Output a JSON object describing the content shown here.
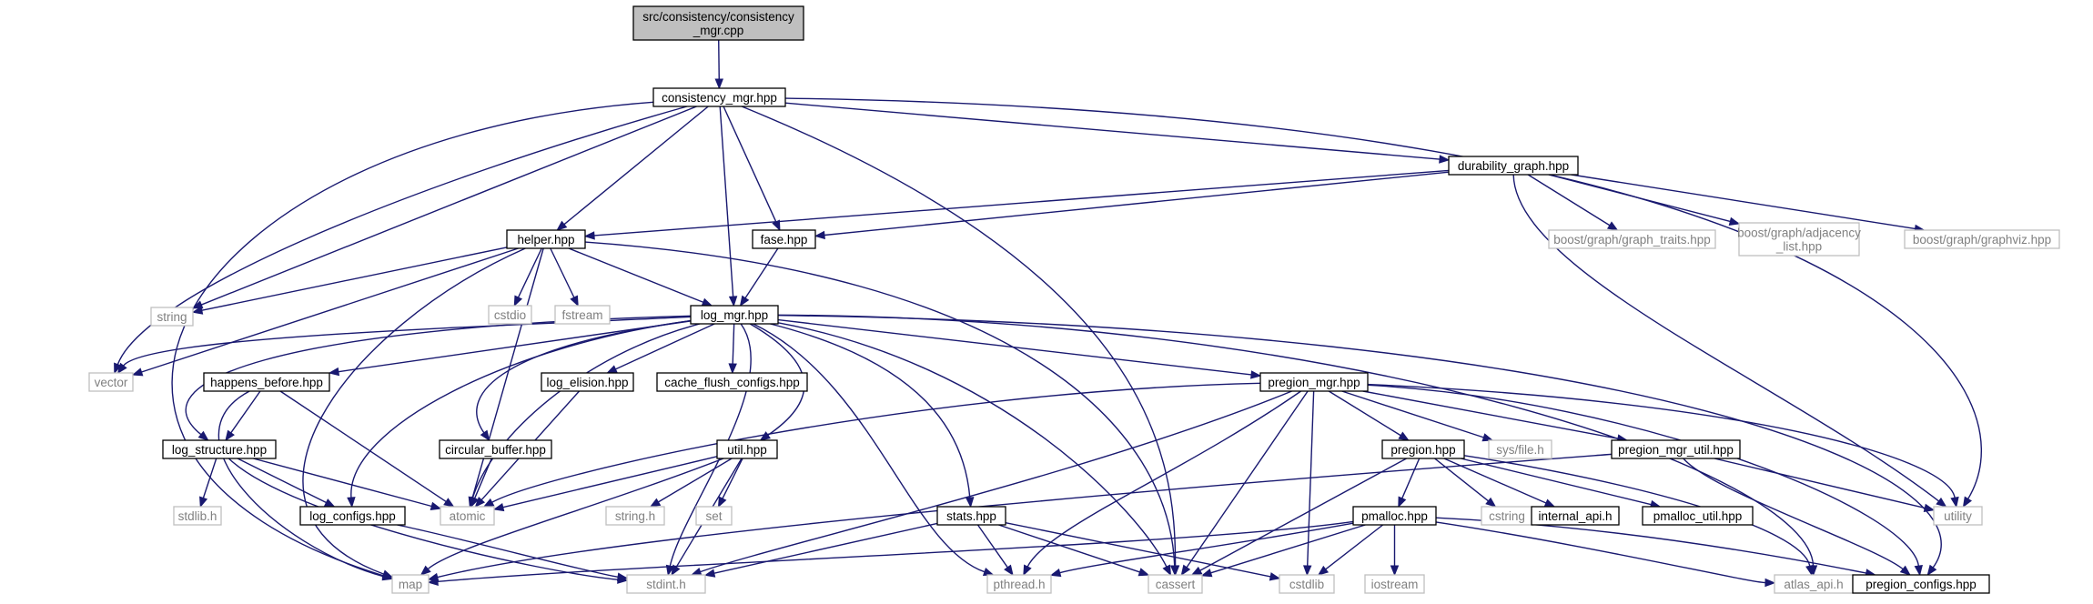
{
  "diagram": {
    "nodes": {
      "consistency_cpp": {
        "lines": [
          "src/consistency/consistency",
          "_mgr.cpp"
        ],
        "kind": "root"
      },
      "consistency_hpp": {
        "lines": [
          "consistency_mgr.hpp"
        ],
        "kind": "doc"
      },
      "durability_graph": {
        "lines": [
          "durability_graph.hpp"
        ],
        "kind": "doc"
      },
      "helper": {
        "lines": [
          "helper.hpp"
        ],
        "kind": "doc"
      },
      "fase": {
        "lines": [
          "fase.hpp"
        ],
        "kind": "doc"
      },
      "log_mgr": {
        "lines": [
          "log_mgr.hpp"
        ],
        "kind": "doc"
      },
      "graph_traits": {
        "lines": [
          "boost/graph/graph_traits.hpp"
        ],
        "kind": "sys"
      },
      "adjacency_list": {
        "lines": [
          "boost/graph/adjacency",
          "_list.hpp"
        ],
        "kind": "sys"
      },
      "graphviz": {
        "lines": [
          "boost/graph/graphviz.hpp"
        ],
        "kind": "sys"
      },
      "string": {
        "lines": [
          "string"
        ],
        "kind": "sys"
      },
      "cstdio": {
        "lines": [
          "cstdio"
        ],
        "kind": "sys"
      },
      "fstream": {
        "lines": [
          "fstream"
        ],
        "kind": "sys"
      },
      "vector": {
        "lines": [
          "vector"
        ],
        "kind": "sys"
      },
      "happens_before": {
        "lines": [
          "happens_before.hpp"
        ],
        "kind": "doc"
      },
      "log_elision": {
        "lines": [
          "log_elision.hpp"
        ],
        "kind": "doc"
      },
      "cache_flush": {
        "lines": [
          "cache_flush_configs.hpp"
        ],
        "kind": "doc"
      },
      "pregion_mgr": {
        "lines": [
          "pregion_mgr.hpp"
        ],
        "kind": "doc"
      },
      "log_structure": {
        "lines": [
          "log_structure.hpp"
        ],
        "kind": "doc"
      },
      "circular_buffer": {
        "lines": [
          "circular_buffer.hpp"
        ],
        "kind": "doc"
      },
      "util": {
        "lines": [
          "util.hpp"
        ],
        "kind": "doc"
      },
      "pregion": {
        "lines": [
          "pregion.hpp"
        ],
        "kind": "doc"
      },
      "sysfile": {
        "lines": [
          "sys/file.h"
        ],
        "kind": "sys"
      },
      "pregion_mgr_util": {
        "lines": [
          "pregion_mgr_util.hpp"
        ],
        "kind": "doc"
      },
      "stdlib": {
        "lines": [
          "stdlib.h"
        ],
        "kind": "sys"
      },
      "log_configs": {
        "lines": [
          "log_configs.hpp"
        ],
        "kind": "doc"
      },
      "atomic": {
        "lines": [
          "atomic"
        ],
        "kind": "sys"
      },
      "stringh": {
        "lines": [
          "string.h"
        ],
        "kind": "sys"
      },
      "set": {
        "lines": [
          "set"
        ],
        "kind": "sys"
      },
      "stats": {
        "lines": [
          "stats.hpp"
        ],
        "kind": "doc"
      },
      "cstring": {
        "lines": [
          "cstring"
        ],
        "kind": "sys"
      },
      "internal_api": {
        "lines": [
          "internal_api.h"
        ],
        "kind": "doc"
      },
      "pmalloc_util": {
        "lines": [
          "pmalloc_util.hpp"
        ],
        "kind": "doc"
      },
      "utility": {
        "lines": [
          "utility"
        ],
        "kind": "sys"
      },
      "pmalloc": {
        "lines": [
          "pmalloc.hpp"
        ],
        "kind": "doc"
      },
      "map": {
        "lines": [
          "map"
        ],
        "kind": "sys"
      },
      "stdint": {
        "lines": [
          "stdint.h"
        ],
        "kind": "sys"
      },
      "pthread": {
        "lines": [
          "pthread.h"
        ],
        "kind": "sys"
      },
      "cassert": {
        "lines": [
          "cassert"
        ],
        "kind": "sys"
      },
      "cstdlib": {
        "lines": [
          "cstdlib"
        ],
        "kind": "sys"
      },
      "iostream": {
        "lines": [
          "iostream"
        ],
        "kind": "sys"
      },
      "atlas_api": {
        "lines": [
          "atlas_api.h"
        ],
        "kind": "sys"
      },
      "pregion_configs": {
        "lines": [
          "pregion_configs.hpp"
        ],
        "kind": "doc"
      }
    },
    "edges": [
      [
        "consistency_cpp",
        "consistency_hpp"
      ],
      [
        "consistency_hpp",
        "map"
      ],
      [
        "consistency_hpp",
        "vector"
      ],
      [
        "consistency_hpp",
        "string"
      ],
      [
        "consistency_hpp",
        "helper"
      ],
      [
        "consistency_hpp",
        "log_mgr"
      ],
      [
        "consistency_hpp",
        "fase"
      ],
      [
        "consistency_hpp",
        "cassert"
      ],
      [
        "consistency_hpp",
        "durability_graph"
      ],
      [
        "consistency_hpp",
        "utility"
      ],
      [
        "durability_graph",
        "helper"
      ],
      [
        "durability_graph",
        "fase"
      ],
      [
        "durability_graph",
        "graph_traits"
      ],
      [
        "durability_graph",
        "adjacency_list"
      ],
      [
        "durability_graph",
        "graphviz"
      ],
      [
        "durability_graph",
        "utility"
      ],
      [
        "helper",
        "string"
      ],
      [
        "helper",
        "vector"
      ],
      [
        "helper",
        "map"
      ],
      [
        "helper",
        "atomic"
      ],
      [
        "helper",
        "cstdio"
      ],
      [
        "helper",
        "fstream"
      ],
      [
        "helper",
        "log_mgr"
      ],
      [
        "helper",
        "cassert"
      ],
      [
        "fase",
        "log_mgr"
      ],
      [
        "log_mgr",
        "vector"
      ],
      [
        "log_mgr",
        "happens_before"
      ],
      [
        "log_mgr",
        "log_structure"
      ],
      [
        "log_mgr",
        "log_configs"
      ],
      [
        "log_mgr",
        "circular_buffer"
      ],
      [
        "log_mgr",
        "atomic"
      ],
      [
        "log_mgr",
        "log_elision"
      ],
      [
        "log_mgr",
        "cache_flush"
      ],
      [
        "log_mgr",
        "util"
      ],
      [
        "log_mgr",
        "stdint"
      ],
      [
        "log_mgr",
        "pthread"
      ],
      [
        "log_mgr",
        "stats"
      ],
      [
        "log_mgr",
        "cassert"
      ],
      [
        "log_mgr",
        "pregion_mgr"
      ],
      [
        "log_mgr",
        "atlas_api"
      ],
      [
        "log_mgr",
        "pregion_configs"
      ],
      [
        "happens_before",
        "log_structure"
      ],
      [
        "happens_before",
        "atomic"
      ],
      [
        "happens_before",
        "map"
      ],
      [
        "log_structure",
        "stdlib"
      ],
      [
        "log_structure",
        "log_configs"
      ],
      [
        "log_structure",
        "atomic"
      ],
      [
        "log_structure",
        "stdint"
      ],
      [
        "log_configs",
        "stdint"
      ],
      [
        "circular_buffer",
        "atomic"
      ],
      [
        "log_elision",
        "atomic"
      ],
      [
        "util",
        "atomic"
      ],
      [
        "util",
        "map"
      ],
      [
        "util",
        "stdint"
      ],
      [
        "util",
        "stringh"
      ],
      [
        "util",
        "set"
      ],
      [
        "stats",
        "stdint"
      ],
      [
        "stats",
        "pthread"
      ],
      [
        "stats",
        "cassert"
      ],
      [
        "stats",
        "cstdlib"
      ],
      [
        "pregion_mgr",
        "atomic"
      ],
      [
        "pregion_mgr",
        "stdint"
      ],
      [
        "pregion_mgr",
        "pthread"
      ],
      [
        "pregion_mgr",
        "cassert"
      ],
      [
        "pregion_mgr",
        "cstdlib"
      ],
      [
        "pregion_mgr",
        "pregion"
      ],
      [
        "pregion_mgr",
        "sysfile"
      ],
      [
        "pregion_mgr",
        "pregion_mgr_util"
      ],
      [
        "pregion_mgr",
        "utility"
      ],
      [
        "pregion_mgr",
        "pregion_configs"
      ],
      [
        "pregion",
        "cassert"
      ],
      [
        "pregion",
        "pmalloc"
      ],
      [
        "pregion",
        "cstring"
      ],
      [
        "pregion",
        "internal_api"
      ],
      [
        "pregion",
        "pmalloc_util"
      ],
      [
        "pregion",
        "atlas_api"
      ],
      [
        "pregion_mgr_util",
        "map"
      ],
      [
        "pregion_mgr_util",
        "utility"
      ],
      [
        "pregion_mgr_util",
        "pregion_configs"
      ],
      [
        "pmalloc",
        "map"
      ],
      [
        "pmalloc",
        "pthread"
      ],
      [
        "pmalloc",
        "cassert"
      ],
      [
        "pmalloc",
        "cstdlib"
      ],
      [
        "pmalloc",
        "iostream"
      ],
      [
        "pmalloc",
        "atlas_api"
      ],
      [
        "pmalloc",
        "pregion_configs"
      ]
    ]
  }
}
